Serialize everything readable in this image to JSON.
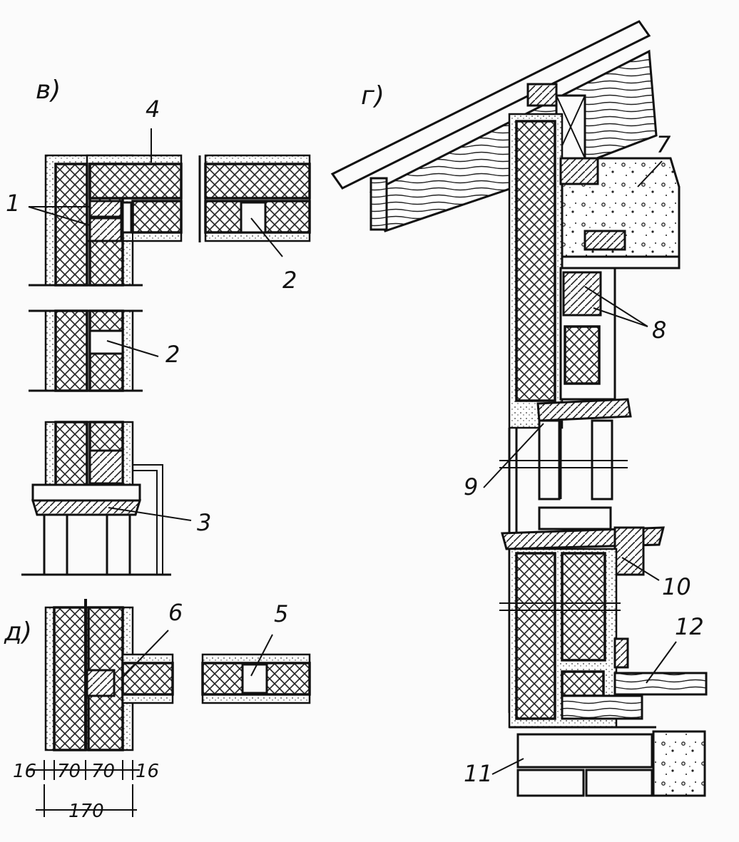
{
  "figure": {
    "panel_labels": {
      "v": "в)",
      "g": "г)",
      "d": "д)"
    },
    "callouts": {
      "c1": "1",
      "c2a": "2",
      "c2b": "2",
      "c3": "3",
      "c4": "4",
      "c5": "5",
      "c6": "6",
      "c7": "7",
      "c8": "8",
      "c9": "9",
      "c10": "10",
      "c11": "11",
      "c12": "12"
    },
    "dimensions": {
      "d16a": "16",
      "d70a": "70",
      "d70b": "70",
      "d16b": "16",
      "total": "170"
    }
  }
}
